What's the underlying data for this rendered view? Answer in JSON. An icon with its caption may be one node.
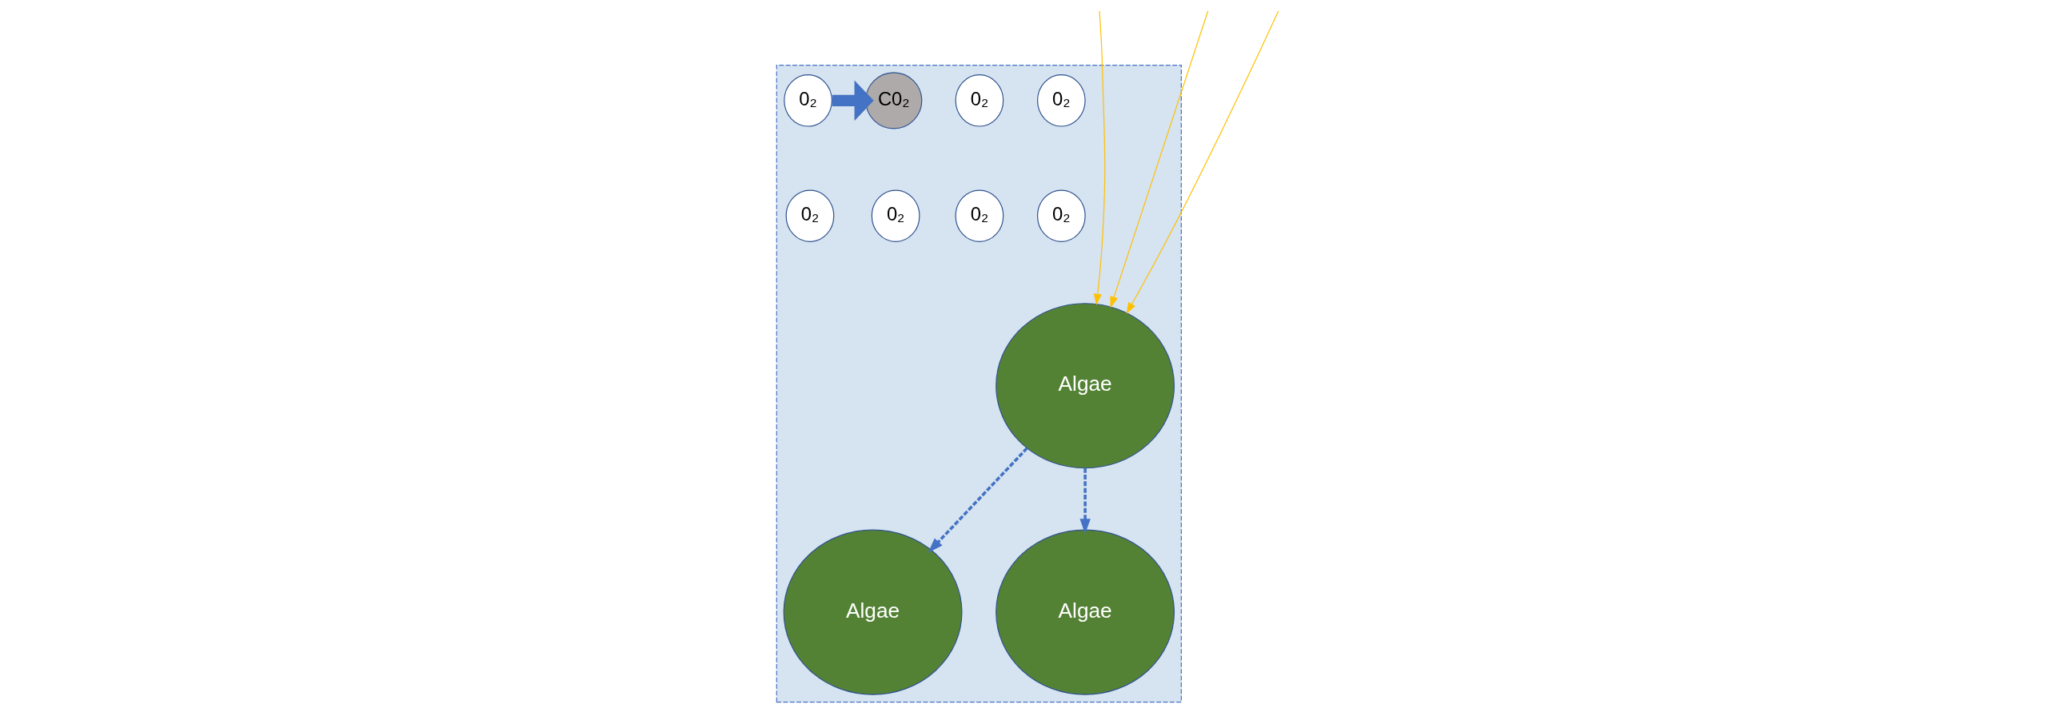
{
  "diagram": {
    "nodes": [
      {
        "text": [],
        "shape": "box"
      },
      {
        "text": [
          "0₂"
        ],
        "in": 0
      },
      {
        "text": [
          "0₂"
        ],
        "in": 0
      },
      {
        "text": [
          "0₂"
        ],
        "in": 0
      },
      {
        "text": [
          "C0₂"
        ],
        "in": 0
      },
      {
        "text": [
          "Algae"
        ],
        "in": 0
      },
      {
        "text": [
          "0₂"
        ],
        "in": 0
      },
      {
        "text": [
          "0₂"
        ],
        "in": 0
      },
      {
        "text": [
          "0₂"
        ],
        "in": 0
      },
      {
        "text": [
          "Algae"
        ],
        "in": 0
      },
      {
        "text": [
          "0₂"
        ],
        "in": 0
      },
      {
        "text": [
          "Algae"
        ],
        "in": 0
      }
    ],
    "edges": [
      {
        "from": null,
        "to": 9,
        "arrow": "to",
        "color": "#ffc000"
      },
      {
        "from": null,
        "to": 9,
        "arrow": "to",
        "color": "#ffc000"
      },
      {
        "from": null,
        "to": 9,
        "arrow": "to",
        "color": "#ffc000"
      },
      {
        "from": 3,
        "to": 4,
        "arrow": "to",
        "style": "thick",
        "color": "#4472c4"
      },
      {
        "from": 9,
        "to": 5,
        "arrow": "to",
        "style": "dashed",
        "color": "#4472c4"
      },
      {
        "from": 9,
        "to": 11,
        "arrow": "to",
        "style": "dashed",
        "color": "#4472c4"
      }
    ]
  }
}
